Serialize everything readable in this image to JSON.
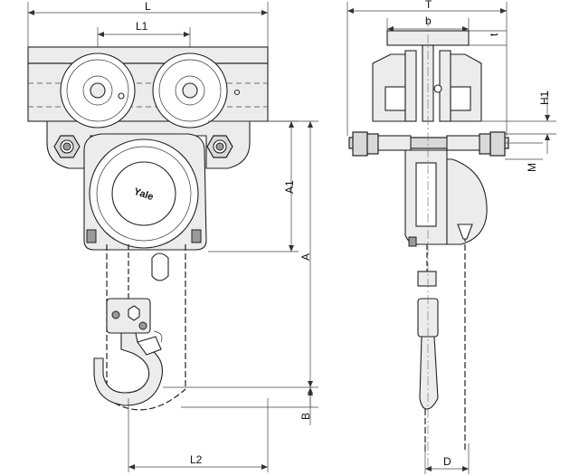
{
  "labels": {
    "L": "L",
    "L1": "L1",
    "A1": "A1",
    "A": "A",
    "B": "B",
    "L2": "L2",
    "T": "T",
    "b": "b",
    "t": "t",
    "H1": "H1",
    "M": "M",
    "D": "D"
  },
  "brand": "Yale"
}
